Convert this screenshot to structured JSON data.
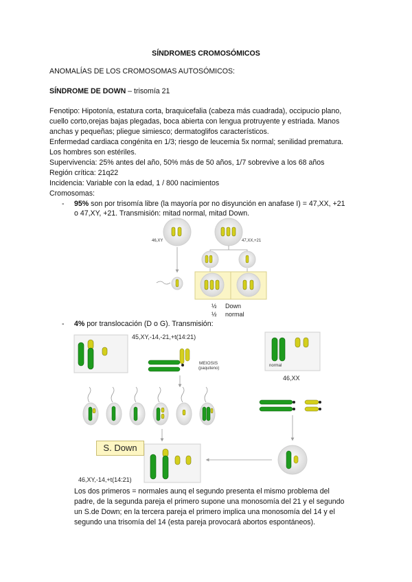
{
  "title": "SÍNDROMES CROMOSÓMICOS",
  "section": "ANOMALÍAS DE LOS CROMOSOMAS AUTOSÓMICOS:",
  "syndrome": {
    "name": "SÍNDROME DE DOWN",
    "suffix": " – trisomía 21"
  },
  "fenotipo": [
    "Fenotipo: Hipotonía, estatura corta, braquicefalia (cabeza más cuadrada), occipucio plano,",
    "cuello corto,orejas bajas plegadas, boca abierta con lengua protruyente y estriada. Manos",
    "anchas y pequeñas; pliegue simiesco; dermatoglifos característicos.",
    "Enfermedad cardiaca congénita en 1/3; riesgo de leucemia 5x normal; senilidad prematura.",
    "Los hombres son estériles.",
    "Supervivencia: 25% antes del año, 50% más de 50 años, 1/7 sobrevive a los 68 años",
    "Región crítica: 21q22",
    "Incidencia: Variable con la edad, 1 / 800 nacimientos",
    "Cromosomas:"
  ],
  "bullet1": {
    "dash": "-",
    "bold": "95%",
    "line1": " son por trisomía libre (la mayoría por no disyunción en anafase I) = 47,XX, +21",
    "line2": "o 47,XY, +21. Transmisión: mitad normal, mitad Down."
  },
  "figure1": {
    "label_left": "46,XY",
    "label_right": "47,XX,+21",
    "legend": [
      {
        "fraction": "½",
        "text": "Down"
      },
      {
        "fraction": "½",
        "text": "normal"
      }
    ]
  },
  "bullet2": {
    "dash": "-",
    "bold": "4%",
    "text": " por translocación (D o G). Transmisión:"
  },
  "figure2": {
    "karyotype_top": "45,XY,-14,-21,+t(14:21)",
    "meiosis": "MEIOSIS",
    "meiosis_sub": "(paquiteno)",
    "normal_label": "normal",
    "karyotype_right": "46,XX",
    "sdown": "S. Down",
    "karyotype_bottom": "46,XY,-14,+t(14:21)"
  },
  "conclusion": [
    "Los dos primeros = normales aunq el segundo presenta el mismo problema del",
    "padre, de la segunda pareja el primero supone una monosomía del 21 y el segundo",
    "un S.de Down; en la tercera pareja el primero implica una monosomía del 14 y el",
    "segundo una trisomía del 14 (esta pareja provocará abortos espontáneos)."
  ],
  "colors": {
    "green": "#1e9b1e",
    "yellow": "#d4cf1c",
    "cell_bg": "#ececec",
    "arrow": "#999999"
  }
}
